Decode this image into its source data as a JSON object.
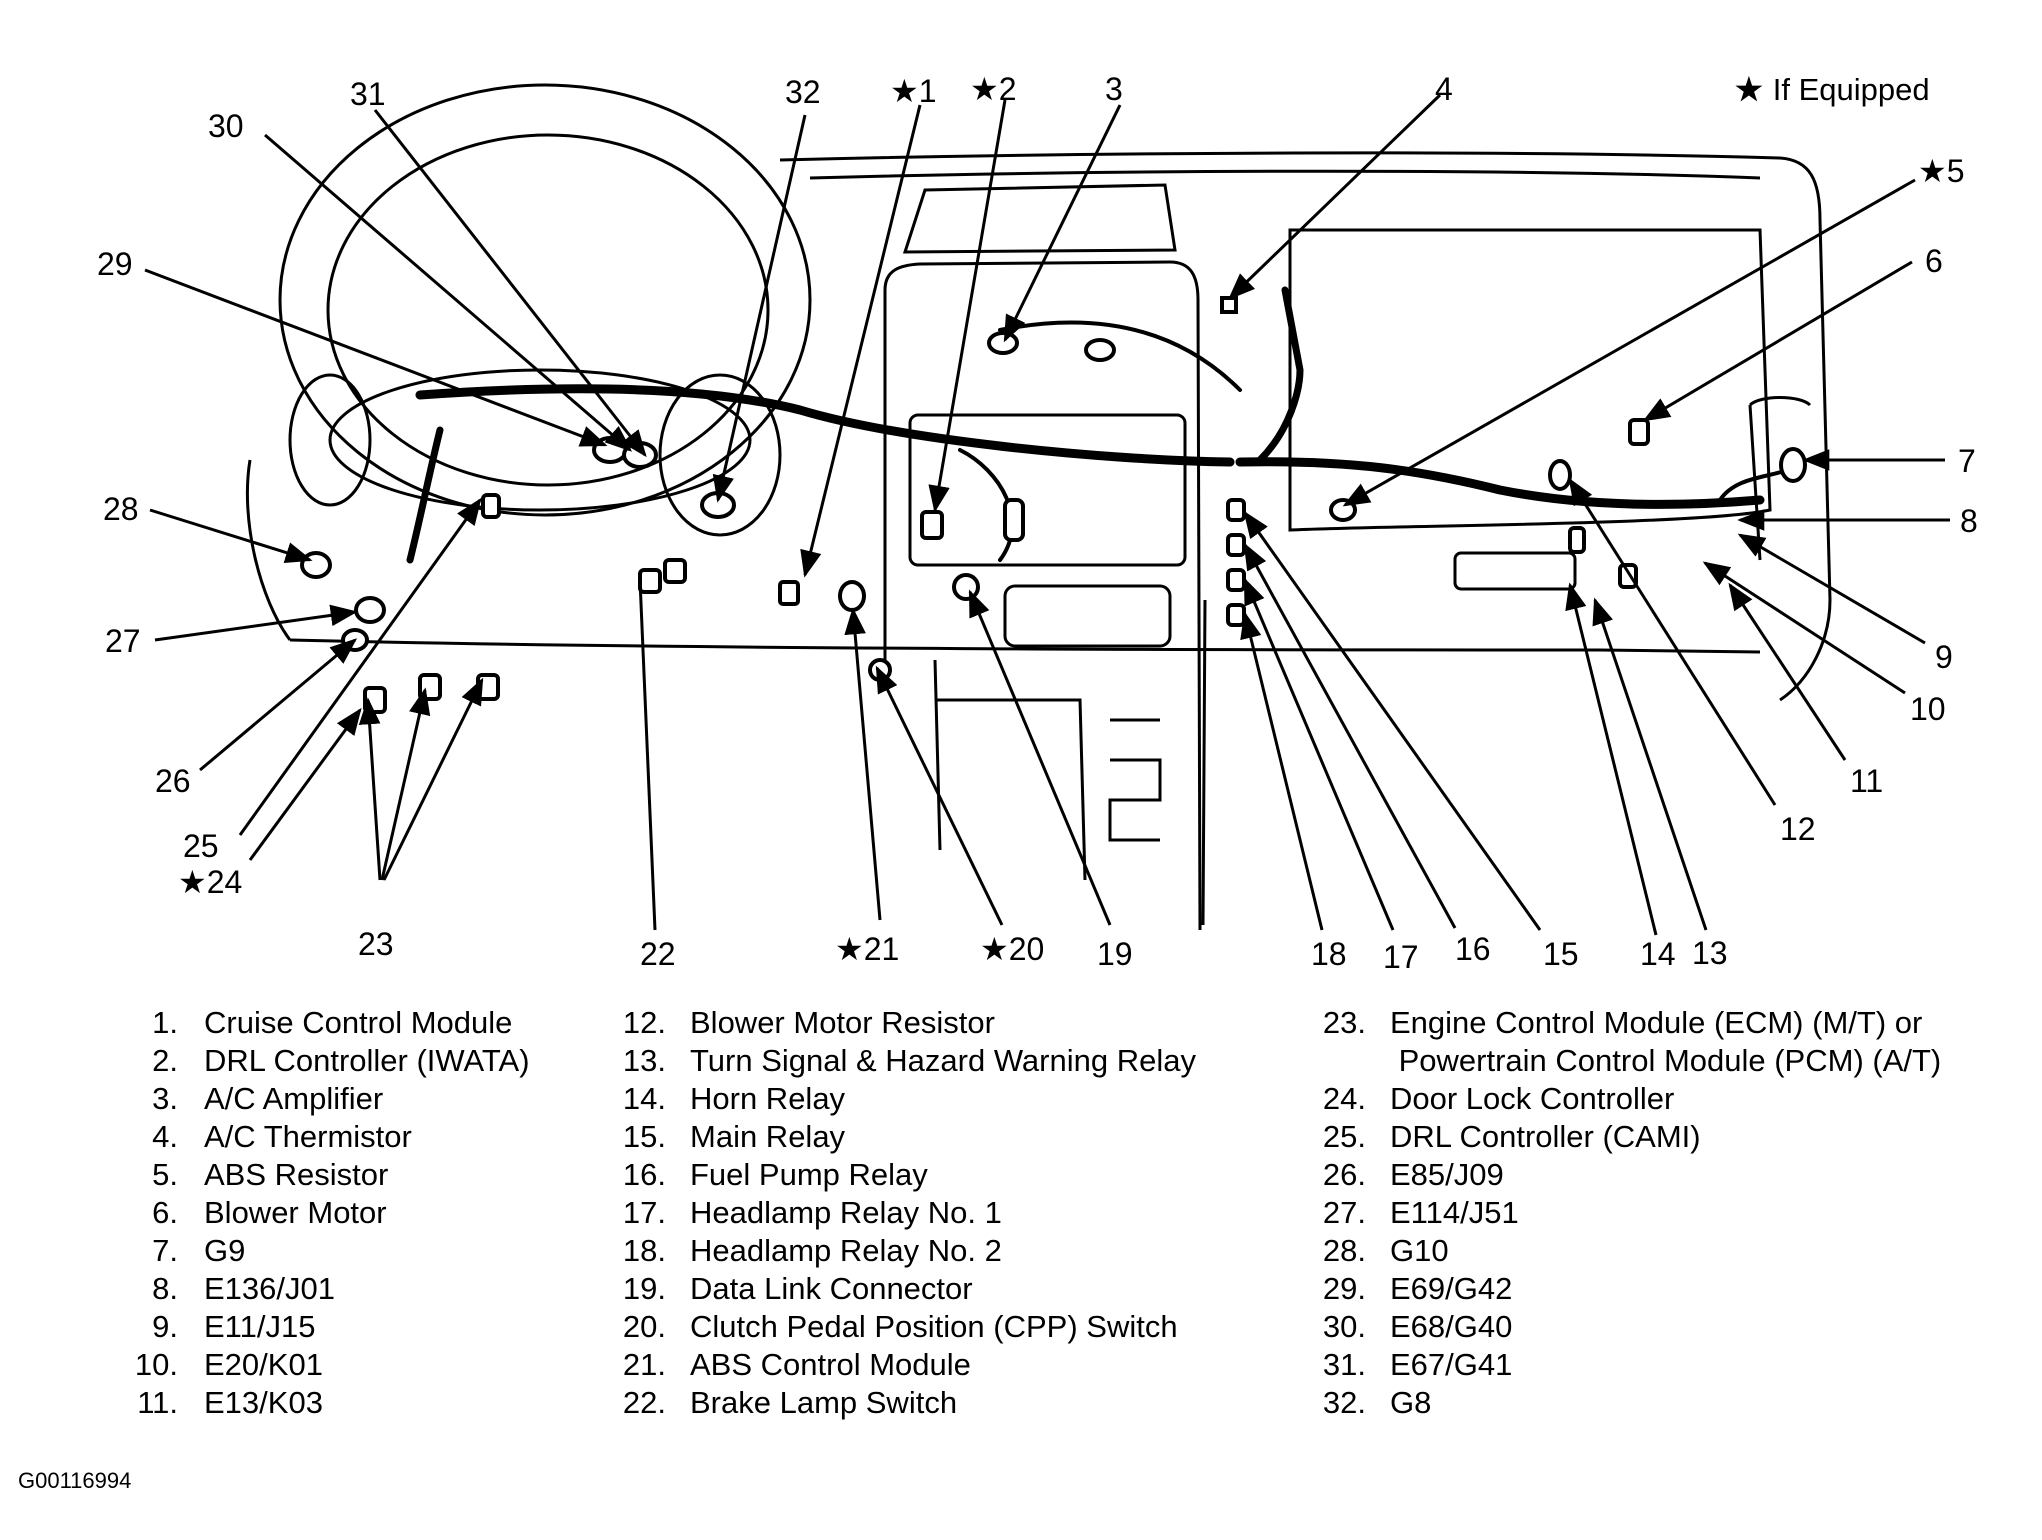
{
  "note": {
    "symbol": "★",
    "label": "If Equipped"
  },
  "figure_id": "G00116994",
  "callouts": [
    {
      "n": "1",
      "starred": true
    },
    {
      "n": "2",
      "starred": true
    },
    {
      "n": "3",
      "starred": false
    },
    {
      "n": "4",
      "starred": false
    },
    {
      "n": "5",
      "starred": true
    },
    {
      "n": "6",
      "starred": false
    },
    {
      "n": "7",
      "starred": false
    },
    {
      "n": "8",
      "starred": false
    },
    {
      "n": "9",
      "starred": false
    },
    {
      "n": "10",
      "starred": false
    },
    {
      "n": "11",
      "starred": false
    },
    {
      "n": "12",
      "starred": false
    },
    {
      "n": "13",
      "starred": false
    },
    {
      "n": "14",
      "starred": false
    },
    {
      "n": "15",
      "starred": false
    },
    {
      "n": "16",
      "starred": false
    },
    {
      "n": "17",
      "starred": false
    },
    {
      "n": "18",
      "starred": false
    },
    {
      "n": "19",
      "starred": false
    },
    {
      "n": "20",
      "starred": true
    },
    {
      "n": "21",
      "starred": true
    },
    {
      "n": "22",
      "starred": false
    },
    {
      "n": "23",
      "starred": false
    },
    {
      "n": "24",
      "starred": true
    },
    {
      "n": "25",
      "starred": false
    },
    {
      "n": "26",
      "starred": false
    },
    {
      "n": "27",
      "starred": false
    },
    {
      "n": "28",
      "starred": false
    },
    {
      "n": "29",
      "starred": false
    },
    {
      "n": "30",
      "starred": false
    },
    {
      "n": "31",
      "starred": false
    },
    {
      "n": "32",
      "starred": false
    }
  ],
  "legend": {
    "col1": [
      {
        "num": "1.",
        "desc": "Cruise Control Module"
      },
      {
        "num": "2.",
        "desc": "DRL Controller (IWATA)"
      },
      {
        "num": "3.",
        "desc": "A/C Amplifier"
      },
      {
        "num": "4.",
        "desc": "A/C Thermistor"
      },
      {
        "num": "5.",
        "desc": "ABS Resistor"
      },
      {
        "num": "6.",
        "desc": "Blower Motor"
      },
      {
        "num": "7.",
        "desc": "G9"
      },
      {
        "num": "8.",
        "desc": "E136/J01"
      },
      {
        "num": "9.",
        "desc": "E11/J15"
      },
      {
        "num": "10.",
        "desc": "E20/K01"
      },
      {
        "num": "11.",
        "desc": "E13/K03"
      }
    ],
    "col2": [
      {
        "num": "12.",
        "desc": "Blower Motor Resistor"
      },
      {
        "num": "13.",
        "desc": "Turn Signal & Hazard Warning Relay"
      },
      {
        "num": "14.",
        "desc": "Horn Relay"
      },
      {
        "num": "15.",
        "desc": "Main Relay"
      },
      {
        "num": "16.",
        "desc": "Fuel Pump Relay"
      },
      {
        "num": "17.",
        "desc": "Headlamp Relay No. 1"
      },
      {
        "num": "18.",
        "desc": "Headlamp Relay No. 2"
      },
      {
        "num": "19.",
        "desc": "Data Link Connector"
      },
      {
        "num": "20.",
        "desc": "Clutch Pedal Position (CPP) Switch"
      },
      {
        "num": "21.",
        "desc": "ABS Control Module"
      },
      {
        "num": "22.",
        "desc": "Brake Lamp Switch"
      }
    ],
    "col3": [
      {
        "num": "23.",
        "desc": "Engine Control Module (ECM) (M/T) or",
        "desc2": " Powertrain Control Module (PCM) (A/T)"
      },
      {
        "num": "24.",
        "desc": "Door Lock Controller"
      },
      {
        "num": "25.",
        "desc": "DRL Controller (CAMI)"
      },
      {
        "num": "26.",
        "desc": "E85/J09"
      },
      {
        "num": "27.",
        "desc": "E114/J51"
      },
      {
        "num": "28.",
        "desc": "G10"
      },
      {
        "num": "29.",
        "desc": "E69/G42"
      },
      {
        "num": "30.",
        "desc": "E68/G40"
      },
      {
        "num": "31.",
        "desc": "E67/G41"
      },
      {
        "num": "32.",
        "desc": "G8"
      }
    ]
  }
}
